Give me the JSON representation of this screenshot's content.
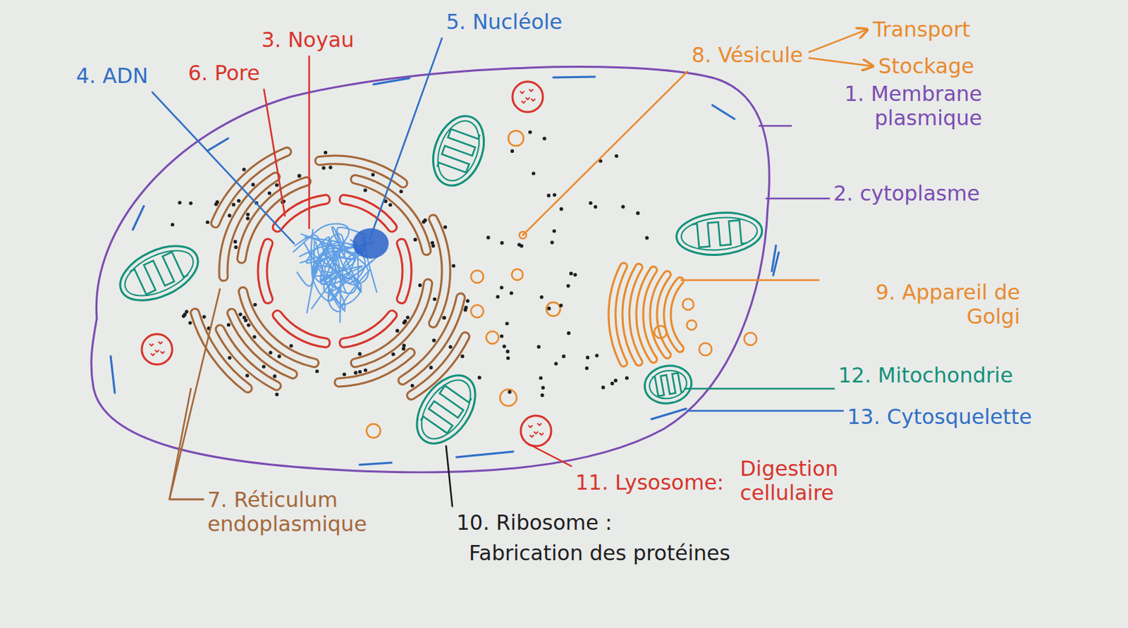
{
  "diagram": {
    "labels": [
      "4. ADN",
      "6. Pore",
      "3. Noyau",
      "5. Nucléole",
      "8. Vésicule",
      "Transport",
      "Stockage",
      "1. Membrane plasmique",
      "2. cytoplasme",
      "9. Appareil de Golgi",
      "12. Mitochondrie",
      "13. Cytosquelette",
      "11. Lysosome:",
      "Digestion cellulaire",
      "7. Réticulum endoplasmique",
      "10. Ribosome :",
      "Fabrication des protéines"
    ]
  }
}
